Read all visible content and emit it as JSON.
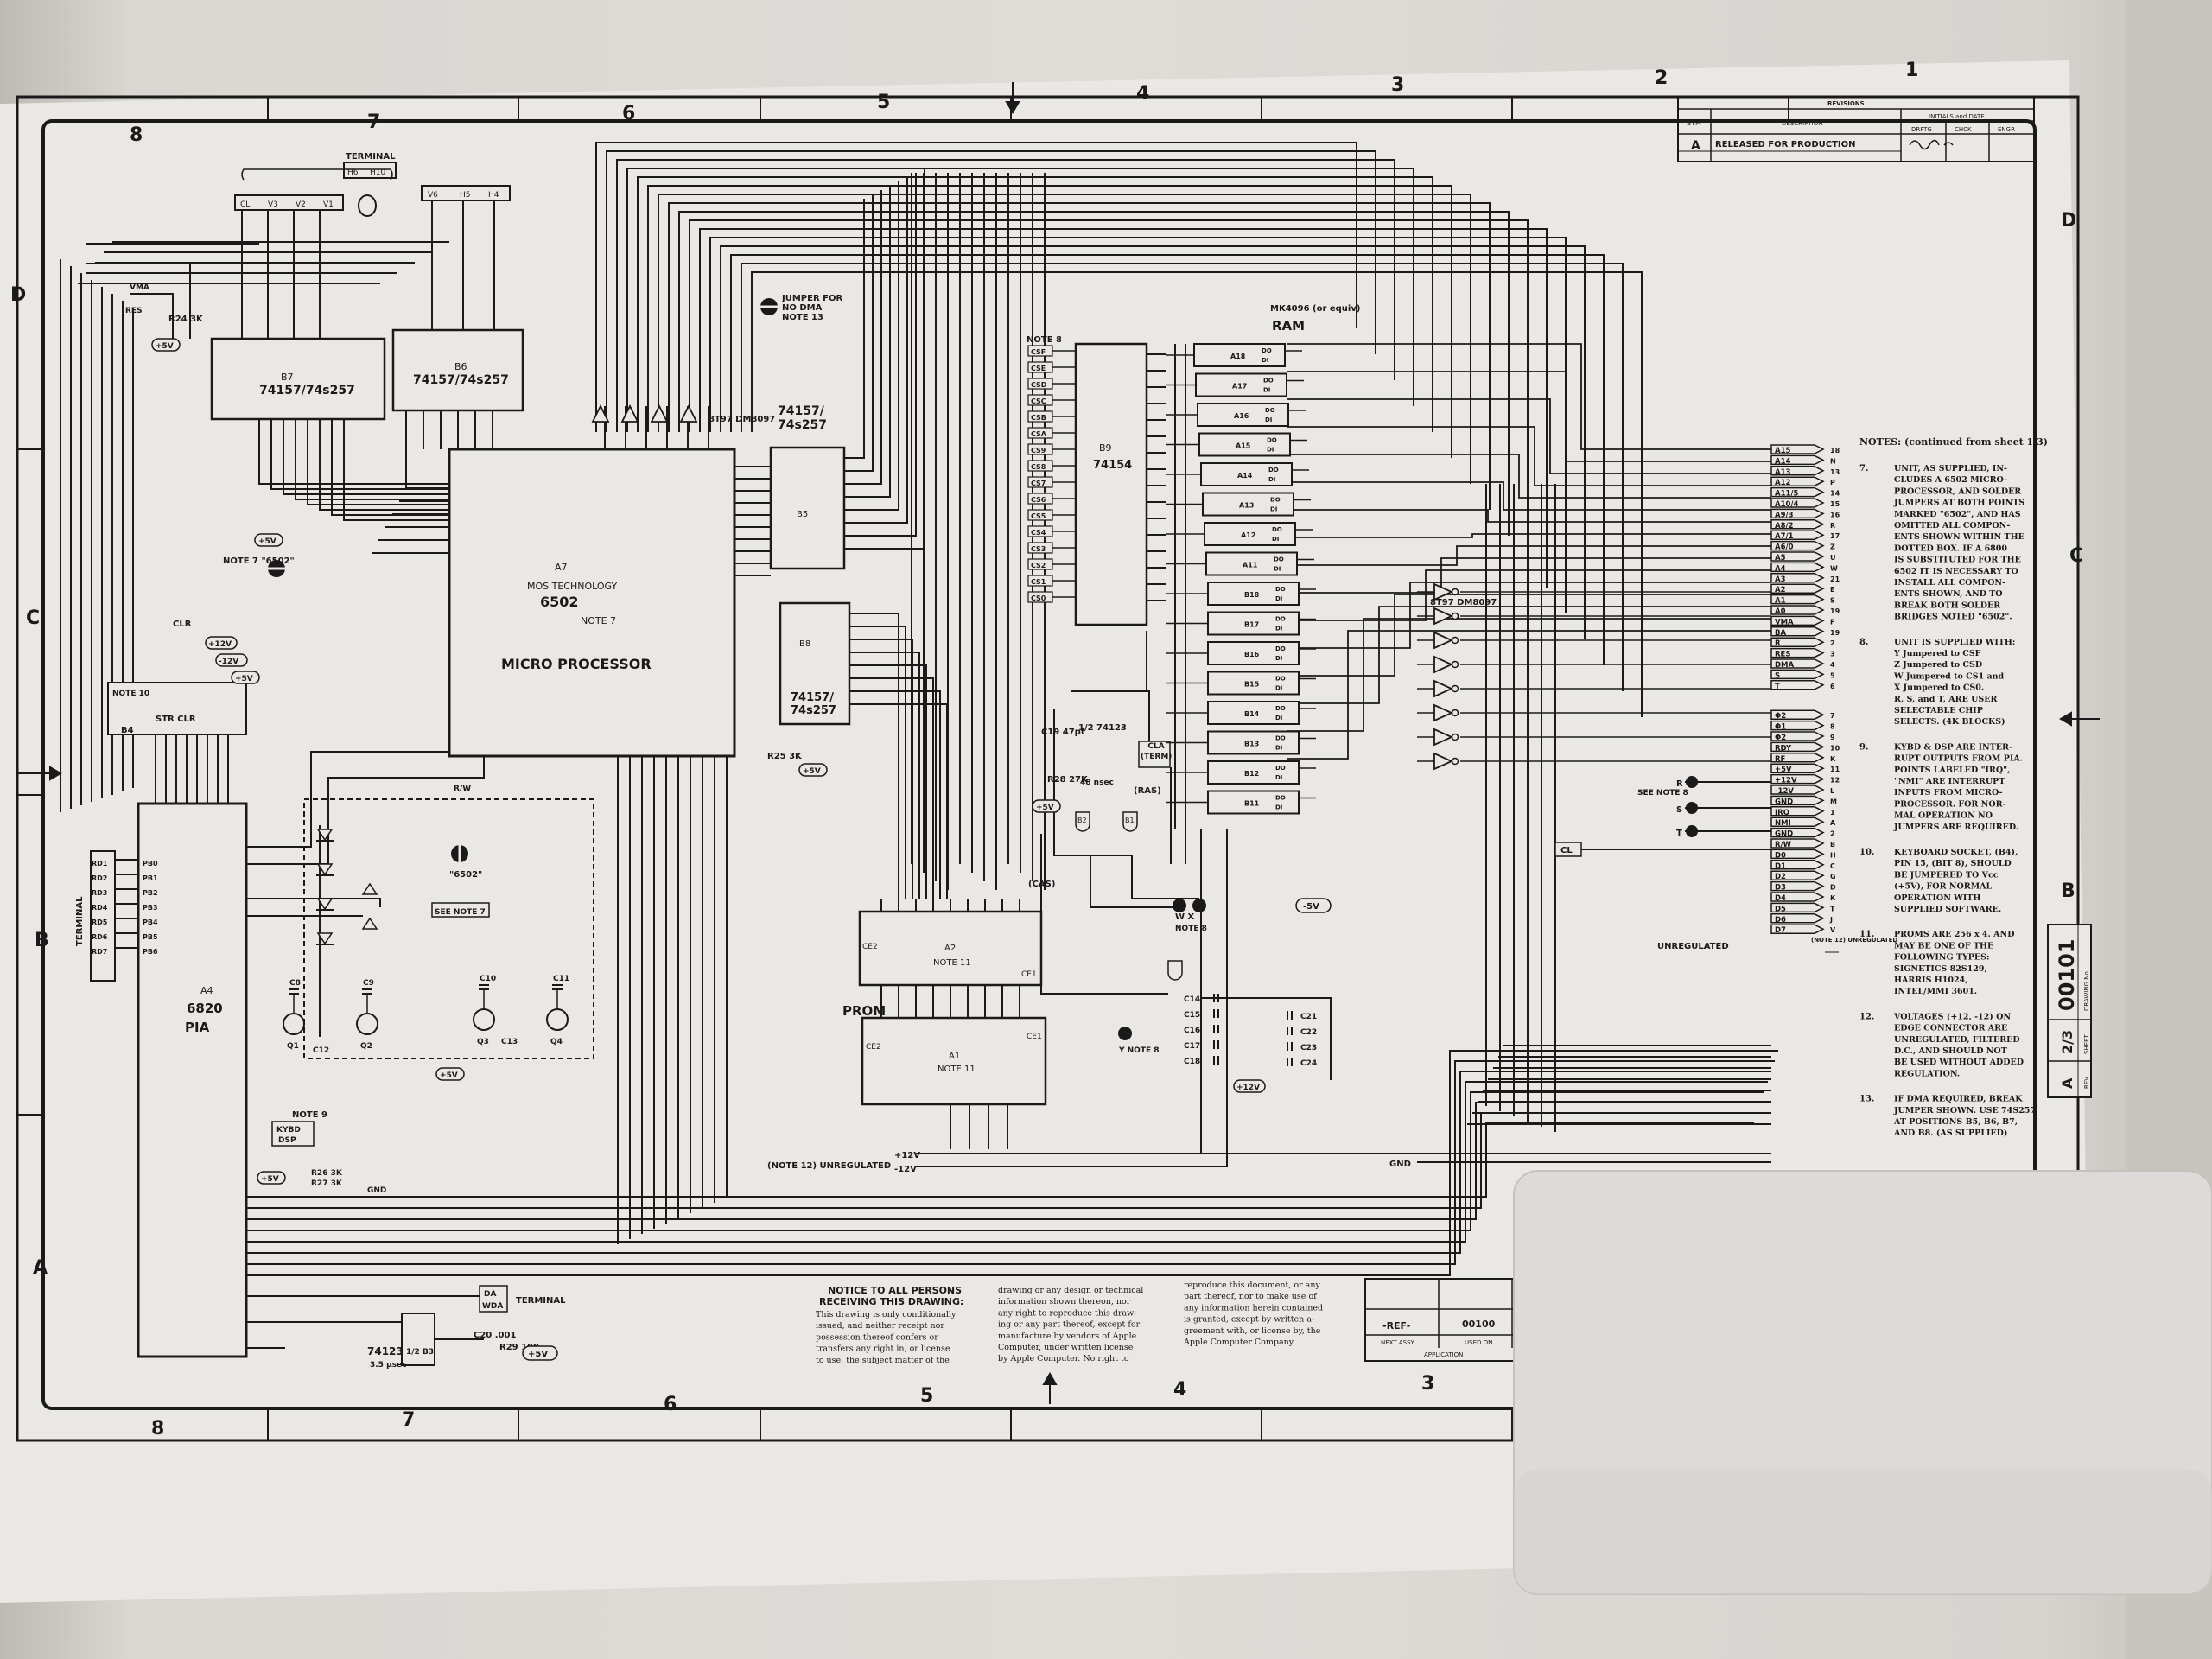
{
  "border": {
    "col_labels_top": [
      "8",
      "7",
      "6",
      "5",
      "4",
      "3",
      "2",
      "1"
    ],
    "col_labels_bottom": [
      "8",
      "7",
      "6",
      "5",
      "4",
      "3"
    ],
    "row_labels_left": [
      "D",
      "C",
      "B",
      "A"
    ],
    "row_labels_right": [
      "D",
      "C",
      "B"
    ]
  },
  "revisions": {
    "title": "REVISIONS",
    "col_sym": "SYM",
    "col_desc": "DESCRIPTION",
    "col_initials": "INITIALS and DATE",
    "col_drftg": "DRFTG",
    "col_chck": "CHCK",
    "col_engr": "ENGR",
    "row_sym": "A",
    "row_desc": "RELEASED FOR PRODUCTION"
  },
  "components": {
    "terminal_top": "TERMINAL",
    "h_pins_top": [
      "H6",
      "H10"
    ],
    "v_pins_left": [
      "CL",
      "V3",
      "V2",
      "V1"
    ],
    "v_pins_right": [
      "V6",
      "H5",
      "H4"
    ],
    "jumper_dma": "JUMPER FOR NO DMA NOTE 13",
    "b7_ref": "B7",
    "b7_part": "74157/74s257",
    "b6_ref": "B6",
    "b6_part": "74157/74s257",
    "b5_part": "74157/ 74s257",
    "b5_ref": "B5",
    "b8_ref": "B8",
    "b8_part": "74157/ 74s257",
    "r24": "R24 3K",
    "plus5v": "+5V",
    "bt97": "8T97 DM8097",
    "cpu_ref": "A7",
    "cpu_maker": "MOS TECHNOLOGY",
    "cpu_part": "6502",
    "cpu_note": "NOTE 7",
    "cpu_label": "MICRO PROCESSOR",
    "note7_6502": "NOTE 7 \"6502\"",
    "note8": "NOTE 8",
    "b9_ref": "B9",
    "b9_part": "74154",
    "ram_part": "MK4096 (or equiv)",
    "ram_label": "RAM",
    "ram_chips": [
      "A18",
      "A17",
      "A16",
      "A15",
      "A14",
      "A13",
      "A12",
      "A11",
      "B18",
      "B17",
      "B16",
      "B15",
      "B14",
      "B13",
      "B12",
      "B11"
    ],
    "ram_pins_do": "DO",
    "ram_pins_di": "DI",
    "cs_pins": [
      "CSF",
      "CSE",
      "CSD",
      "CSC",
      "CSB",
      "CSA",
      "CS9",
      "CS8",
      "CS7",
      "CS6",
      "CS5",
      "CS4",
      "CS3",
      "CS2",
      "CS1",
      "CS0"
    ],
    "pia_ref": "A4",
    "pia_part": "6820",
    "pia_label": "PIA",
    "terminal_left": "TERMINAL",
    "rd_pins": [
      "RD1",
      "RD2",
      "RD3",
      "RD4",
      "RD5",
      "RD6",
      "RD7"
    ],
    "pb_pins": [
      "PB0",
      "PB1",
      "PB2",
      "PB3",
      "PB4",
      "PB5",
      "PB6"
    ],
    "b4_ref": "B4",
    "b4_labels": "STR  CLR",
    "note10": "NOTE 10",
    "clr": "CLR",
    "plus12": "+12V",
    "minus12": "-12V",
    "see_note7": "SEE NOTE 7",
    "quote_6502": "\"6502\"",
    "q_labels": [
      "Q1",
      "Q2",
      "Q3",
      "Q4"
    ],
    "c_labels": [
      "C8",
      "C9",
      "C10",
      "C11"
    ],
    "c12": "C12",
    "c13": "C13",
    "note9": "NOTE 9",
    "kybd": "KYBD",
    "dsp": "DSP",
    "r26": "R26 3K",
    "r27": "R27 3K",
    "gnd": "GND",
    "rw": "R/W",
    "a74123": "74123",
    "a74123_time": "3.5 µsec",
    "half_b3": "1/2 B3",
    "c20": "C20 .001",
    "r29": "R29 10K",
    "da": "DA",
    "wda": "WDA",
    "terminal_bottom": "TERMINAL",
    "c19": "C19 47pf",
    "r28": "R28 27K",
    "b3_74123": "1/2 74123",
    "time_48": "48 nsec",
    "cla_term": "CLA (TERM)",
    "ras": "(RAS)",
    "cas": "(CAS)",
    "b2": "B2",
    "b1": "B1",
    "wx": "W  X",
    "minus5v": "-5V",
    "prom_label": "PROM",
    "a2_ref": "A2",
    "a2_note": "NOTE 11",
    "a1_ref": "A1",
    "a1_note": "NOTE 11",
    "ce2": "CE2",
    "ce1": "CE1",
    "y_note8": "Y NOTE 8",
    "c_bypass_left": [
      "C14",
      "C15",
      "C16",
      "C17",
      "C18"
    ],
    "c_bypass_right": [
      "C21",
      "C22",
      "C23",
      "C24"
    ],
    "note12_unreg": "(NOTE 12)  UNREGULATED",
    "unregulated": "UNREGULATED",
    "plus12_short": "+12V",
    "minus12_short": "-12V",
    "see_note8": "SEE NOTE 8",
    "rst": [
      "R",
      "S",
      "T"
    ],
    "cl": "CL",
    "r25": "R25 3K",
    "res": "RES",
    "vma": "VMA"
  },
  "edge_connector": {
    "labels": [
      "A15",
      "A14",
      "A13",
      "A12",
      "A11/5",
      "A10/4",
      "A9/3",
      "A8/2",
      "A7/1",
      "A6/0",
      "A5",
      "A4",
      "A3",
      "A2",
      "A1",
      "A0",
      "VMA",
      "BA",
      "R",
      "RES",
      "DMA",
      "S",
      "T",
      "Φ2",
      "Φ1",
      "Φ2",
      "RDY",
      "RF",
      "+5V",
      "+12V",
      "-12V",
      "GND",
      "IRQ",
      "NMI",
      "GND",
      "R/W",
      "D0",
      "D1",
      "D2",
      "D3",
      "D4",
      "D5",
      "D6",
      "D7"
    ],
    "pins": [
      "18",
      "N",
      "13",
      "P",
      "14",
      "15",
      "16",
      "R",
      "17",
      "Z",
      "U",
      "W",
      "21",
      "E",
      "S",
      "19",
      "F",
      "19",
      "2",
      "3",
      "4",
      "5",
      "6",
      "7",
      "8",
      "9",
      "10",
      "K",
      "11",
      "12",
      "L",
      "M",
      "1",
      "A",
      "2",
      "B",
      "H",
      "C",
      "G",
      "D",
      "K",
      "T",
      "J",
      "V"
    ]
  },
  "notes": {
    "heading": "NOTES: (continued from sheet 1/3)",
    "items": [
      {
        "num": "7.",
        "lines": [
          "UNIT, AS SUPPLIED, IN-",
          "CLUDES A 6502 MICRO-",
          "PROCESSOR, AND SOLDER",
          "JUMPERS AT BOTH POINTS",
          "MARKED \"6502\", AND HAS",
          "OMITTED ALL COMPON-",
          "ENTS SHOWN WITHIN THE",
          "DOTTED BOX.  IF A 6800",
          "IS SUBSTITUTED FOR THE",
          "6502 IT IS NECESSARY TO",
          "INSTALL ALL COMPON-",
          "ENTS SHOWN, AND TO",
          "BREAK BOTH SOLDER",
          "BRIDGES NOTED \"6502\"."
        ]
      },
      {
        "num": "8.",
        "lines": [
          "UNIT IS SUPPLIED WITH:",
          "Y Jumpered to CSF",
          "Z Jumpered to CSD",
          "W Jumpered to CS1 and",
          "X Jumpered to CS0.",
          "R, S, and T, ARE USER",
          "SELECTABLE CHIP",
          "SELECTS. (4K BLOCKS)"
        ]
      },
      {
        "num": "9.",
        "lines": [
          "KYBD & DSP ARE INTER-",
          "RUPT OUTPUTS FROM PIA.",
          "POINTS LABELED \"IRQ\",",
          "\"NMI\" ARE INTERRUPT",
          "INPUTS FROM MICRO-",
          "PROCESSOR.  FOR NOR-",
          "MAL OPERATION NO",
          "JUMPERS ARE REQUIRED."
        ]
      },
      {
        "num": "10.",
        "lines": [
          "KEYBOARD SOCKET, (B4),",
          "PIN 15, (BIT 8), SHOULD",
          "BE JUMPERED TO Vcc",
          "(+5V), FOR NORMAL",
          "OPERATION WITH",
          "SUPPLIED SOFTWARE."
        ]
      },
      {
        "num": "11.",
        "lines": [
          "PROMS ARE 256 x 4.  AND",
          "MAY BE ONE OF THE",
          "FOLLOWING TYPES:",
          "SIGNETICS 82S129,",
          "HARRIS       H1024,",
          "INTEL/MMI  3601."
        ]
      },
      {
        "num": "12.",
        "lines": [
          "VOLTAGES (+12, -12) ON",
          "EDGE CONNECTOR ARE",
          "UNREGULATED, FILTERED",
          "D.C., AND SHOULD NOT",
          "BE USED WITHOUT ADDED",
          "REGULATION."
        ]
      },
      {
        "num": "13.",
        "lines": [
          "IF DMA REQUIRED, BREAK",
          "JUMPER SHOWN.  USE 74S257",
          "AT POSITIONS B5, B6, B7,",
          "AND B8.  (AS SUPPLIED)"
        ]
      }
    ]
  },
  "notice": {
    "heading_1": "NOTICE TO ALL PERSONS",
    "heading_2": "RECEIVING THIS DRAWING:",
    "col1": [
      "This drawing is only conditionally",
      "issued, and neither receipt nor",
      "possession thereof confers or",
      "transfers any right in, or license",
      "to use, the subject matter of the"
    ],
    "col2": [
      "drawing or any design or technical",
      "information shown thereon, nor",
      "any right to reproduce this draw-",
      "ing or any part thereof, except for",
      "manufacture by vendors of Apple",
      "Computer, under written license",
      "by Apple Computer.  No right to"
    ],
    "col3": [
      "reproduce this document, or any",
      "part thereof, nor to make use of",
      "any information herein contained",
      "is granted, except by written a-",
      "greement with, or license by, the",
      "Apple Computer Company."
    ]
  },
  "title_block": {
    "ref": "-REF-",
    "ref_value": "00100",
    "next_assy": "NEXT ASSY",
    "used_on": "USED ON",
    "application": "APPLICATION",
    "drawing_no": "00101",
    "sheet": "2/3",
    "rev": "A",
    "drawing_no_label": "DRAWING No.",
    "sheet_label": "SHEET",
    "rev_label": "REV"
  },
  "colors": {
    "paper": "#e9e8e4",
    "ink": "#1a1a1a",
    "sticker": "#dcdbd9",
    "background": "#cfcdc8"
  }
}
